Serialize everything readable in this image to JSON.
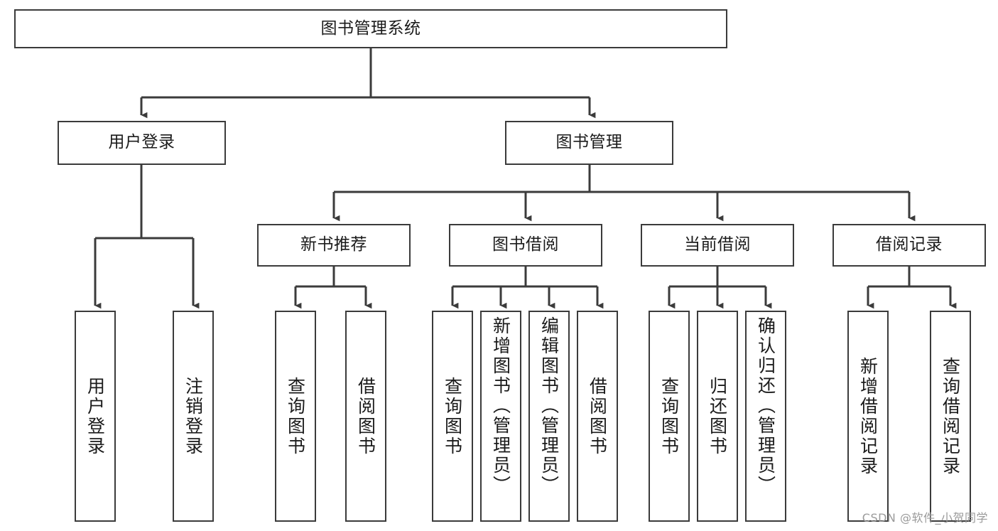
{
  "diagram": {
    "title": "图书管理系统",
    "type": "tree-hierarchy",
    "colors": {
      "box_border": "#3b3b3b",
      "box_fill": "#ffffff",
      "connector": "#3b3b3b",
      "text": "#1b1b1b",
      "watermark": "#9a9a9a"
    },
    "root": {
      "label": "图书管理系统"
    },
    "level1": [
      {
        "label": "用户登录"
      },
      {
        "label": "图书管理"
      }
    ],
    "level2": [
      {
        "label": "新书推荐"
      },
      {
        "label": "图书借阅"
      },
      {
        "label": "当前借阅"
      },
      {
        "label": "借阅记录"
      }
    ],
    "leaves": {
      "user_login": [
        {
          "label": "用户登录"
        },
        {
          "label": "注销登录"
        }
      ],
      "new_book_recommend": [
        {
          "label": "查询图书"
        },
        {
          "label": "借阅图书"
        }
      ],
      "book_borrow": [
        {
          "label": "查询图书"
        },
        {
          "label": "新增图书（管理员）"
        },
        {
          "label": "编辑图书（管理员）"
        },
        {
          "label": "借阅图书"
        }
      ],
      "current_borrow": [
        {
          "label": "查询图书"
        },
        {
          "label": "归还图书"
        },
        {
          "label": "确认归还（管理员）"
        }
      ],
      "borrow_record": [
        {
          "label": "新增借阅记录"
        },
        {
          "label": "查询借阅记录"
        }
      ]
    }
  },
  "watermark": {
    "text": "CSDN @软件_小贺同学"
  }
}
